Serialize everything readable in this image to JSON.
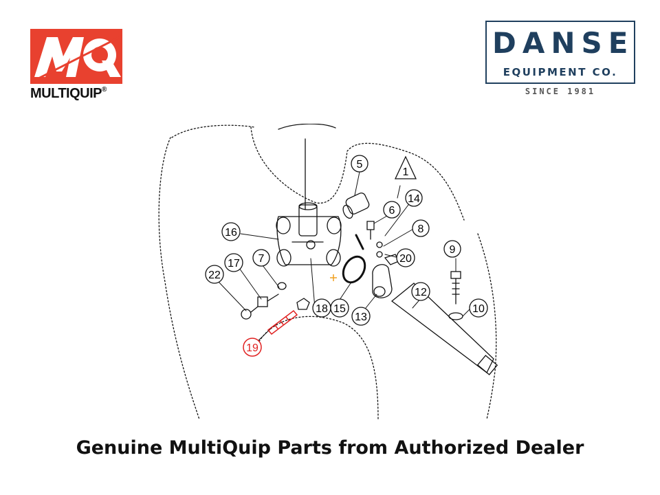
{
  "brand_left": {
    "wordmark": "MULTIQUIP",
    "mark": "MQ",
    "trademark": "®",
    "color": "#e8412f"
  },
  "brand_right": {
    "name": "DANSE",
    "subtitle": "EQUIPMENT CO.",
    "since": "SINCE 1981",
    "color": "#1f3f5e"
  },
  "diagram": {
    "callouts": [
      {
        "id": "c1",
        "label": "1"
      },
      {
        "id": "c5",
        "label": "5"
      },
      {
        "id": "c6",
        "label": "6"
      },
      {
        "id": "c14",
        "label": "14"
      },
      {
        "id": "c8",
        "label": "8"
      },
      {
        "id": "c16",
        "label": "16"
      },
      {
        "id": "c20",
        "label": "20"
      },
      {
        "id": "c9",
        "label": "9"
      },
      {
        "id": "c17",
        "label": "17"
      },
      {
        "id": "c7",
        "label": "7"
      },
      {
        "id": "c22",
        "label": "22"
      },
      {
        "id": "c12",
        "label": "12"
      },
      {
        "id": "c18",
        "label": "18"
      },
      {
        "id": "c15",
        "label": "15"
      },
      {
        "id": "c13",
        "label": "13"
      },
      {
        "id": "c10",
        "label": "10"
      },
      {
        "id": "c19",
        "label": "19",
        "highlighted": true
      }
    ],
    "highlight_color": "#e02020",
    "marker_color": "#f0a020"
  },
  "caption": "Genuine MultiQuip Parts from Authorized Dealer"
}
